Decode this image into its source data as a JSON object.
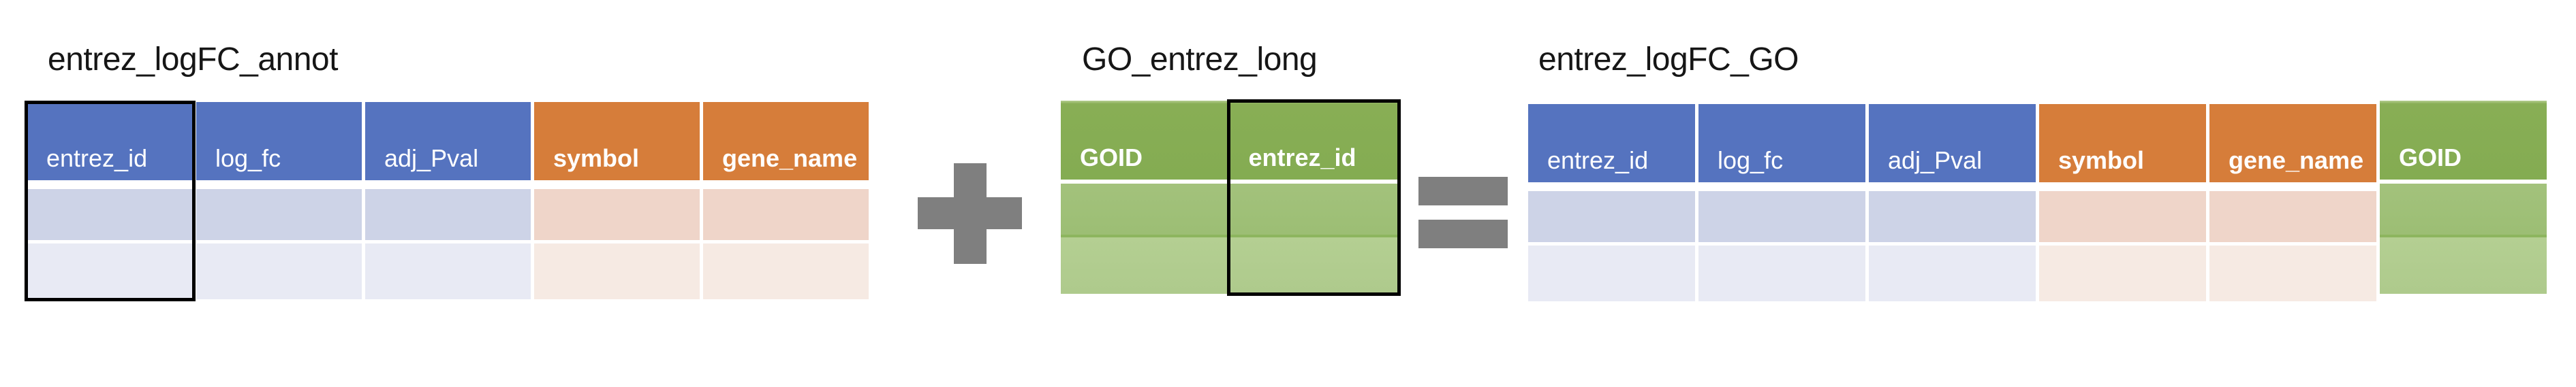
{
  "colors": {
    "title_text": "#161616",
    "header_text": "#FFFFFF",
    "blue_header": "#5573BF",
    "blue_row1": "#CDD3E7",
    "blue_row2": "#E8EAF4",
    "orange_header": "#D67D3A",
    "orange_row1": "#EFD5C9",
    "orange_row2": "#F6EAE3",
    "green_header": "#84AC52",
    "green_row1": "#9CBE74",
    "green_row2": "#AECA8C",
    "green_divider": "#8DB55E",
    "operator_gray": "#7F7F7F",
    "highlight_border": "#000000"
  },
  "diagram": {
    "description": "Join diagram: entrez_logFC_annot + GO_entrez_long = entrez_logFC_GO, joined on the entrez_id key column (outlined in black).",
    "tables": [
      {
        "id": "entrez_logFC_annot",
        "title": "entrez_logFC_annot",
        "data_rows": 2,
        "columns": [
          {
            "label": "entrez_id",
            "scheme": "blue",
            "bold": false,
            "highlighted": true
          },
          {
            "label": "log_fc",
            "scheme": "blue",
            "bold": false,
            "highlighted": false
          },
          {
            "label": "adj_Pval",
            "scheme": "blue",
            "bold": false,
            "highlighted": false
          },
          {
            "label": "symbol",
            "scheme": "orange",
            "bold": true,
            "highlighted": false
          },
          {
            "label": "gene_name",
            "scheme": "orange",
            "bold": true,
            "highlighted": false
          }
        ]
      },
      {
        "id": "GO_entrez_long",
        "title": "GO_entrez_long",
        "data_rows": 2,
        "columns": [
          {
            "label": "GOID",
            "scheme": "green",
            "bold": true,
            "highlighted": false
          },
          {
            "label": "entrez_id",
            "scheme": "green",
            "bold": true,
            "highlighted": true
          }
        ]
      },
      {
        "id": "entrez_logFC_GO",
        "title": "entrez_logFC_GO",
        "data_rows": 2,
        "columns": [
          {
            "label": "entrez_id",
            "scheme": "blue",
            "bold": false,
            "highlighted": false
          },
          {
            "label": "log_fc",
            "scheme": "blue",
            "bold": false,
            "highlighted": false
          },
          {
            "label": "adj_Pval",
            "scheme": "blue",
            "bold": false,
            "highlighted": false
          },
          {
            "label": "symbol",
            "scheme": "orange",
            "bold": true,
            "highlighted": false
          },
          {
            "label": "gene_name",
            "scheme": "orange",
            "bold": true,
            "highlighted": false
          },
          {
            "label": "GOID",
            "scheme": "green",
            "bold": true,
            "highlighted": false
          }
        ]
      }
    ],
    "operators": [
      {
        "name": "plus-operator-icon",
        "shape": "plus",
        "between": [
          "entrez_logFC_annot",
          "GO_entrez_long"
        ]
      },
      {
        "name": "equals-operator-icon",
        "shape": "equals",
        "between": [
          "GO_entrez_long",
          "entrez_logFC_GO"
        ]
      }
    ]
  }
}
